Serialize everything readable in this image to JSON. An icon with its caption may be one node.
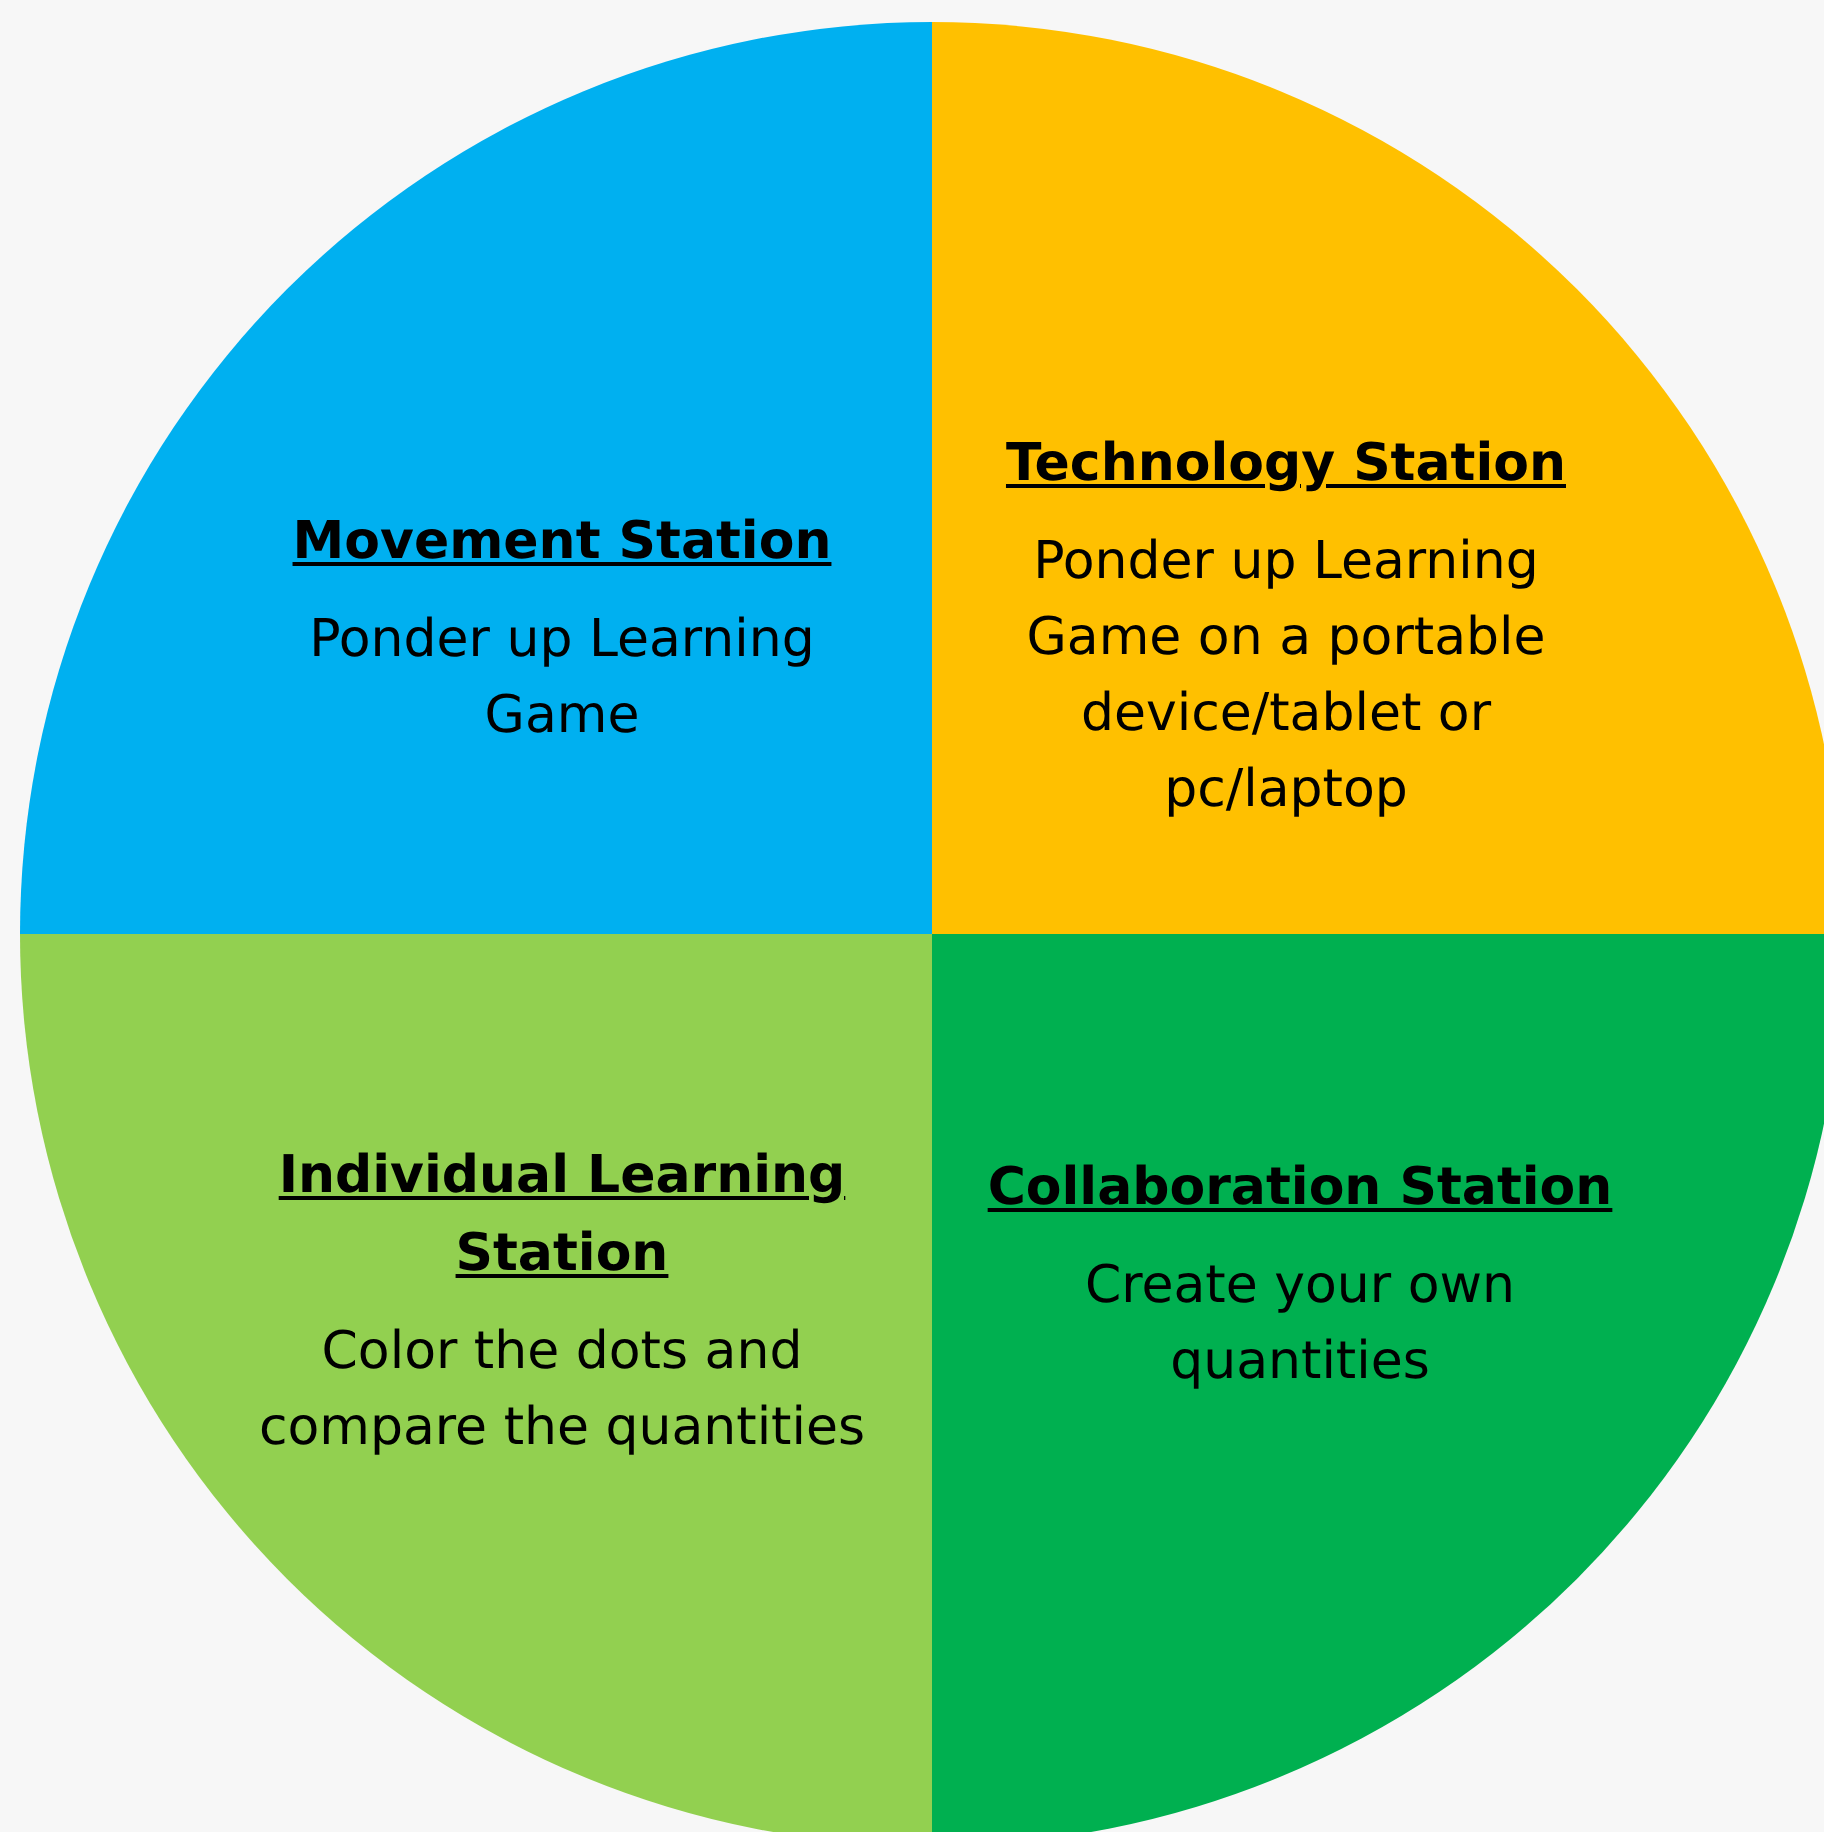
{
  "diagram": {
    "nodes": [
      {
        "text": [
          "Movement Station",
          "Ponder up Learning Game"
        ]
      },
      {
        "text": [
          "Technology Station",
          "Ponder up Learning Game on a portable device/tablet or pc/laptop"
        ]
      },
      {
        "text": [
          "Individual Learning Station",
          "Color the dots and compare the quantities"
        ]
      },
      {
        "text": [
          "Collaboration Station",
          "Create your own quantities"
        ]
      }
    ]
  }
}
